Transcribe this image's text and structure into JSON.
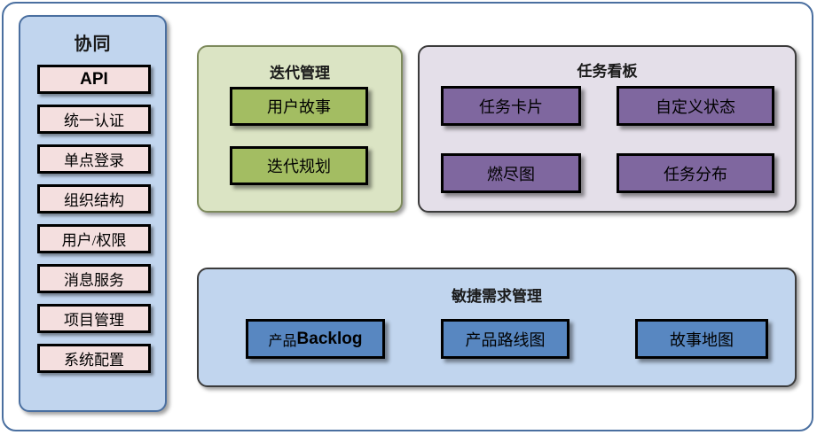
{
  "diagram": {
    "frame_border_color": "#4a6fa0",
    "background": "#ffffff"
  },
  "sidebar": {
    "title": "协同",
    "panel_color": "#c1d5ee",
    "panel_border_color": "#4a6fa0",
    "item_color": "#f4dfdf",
    "items": [
      {
        "label": "API"
      },
      {
        "label": "统一认证"
      },
      {
        "label": "单点登录"
      },
      {
        "label": "组织结构"
      },
      {
        "label": "用户/权限"
      },
      {
        "label": "消息服务"
      },
      {
        "label": "项目管理"
      },
      {
        "label": "系统配置"
      }
    ]
  },
  "iteration": {
    "title": "迭代管理",
    "panel_color": "#dbe4c4",
    "panel_border_color": "#7d8a5c",
    "box_color": "#a3bd62",
    "items": [
      {
        "label": "用户故事"
      },
      {
        "label": "迭代规划"
      }
    ]
  },
  "taskboard": {
    "title": "任务看板",
    "panel_color": "#e4dfe9",
    "panel_border_color": "#3b3b3b",
    "box_color": "#7f679f",
    "items": [
      {
        "label": "任务卡片"
      },
      {
        "label": "自定义状态"
      },
      {
        "label": "燃尽图"
      },
      {
        "label": "任务分布"
      }
    ]
  },
  "agile": {
    "title": "敏捷需求管理",
    "panel_color": "#c1d5ee",
    "panel_border_color": "#3b3b3b",
    "box_color": "#5887c1",
    "items": [
      {
        "label": "产品Backlog",
        "cjk_part": "产品",
        "latin_part": "Backlog"
      },
      {
        "label": "产品路线图"
      },
      {
        "label": "故事地图"
      }
    ]
  }
}
